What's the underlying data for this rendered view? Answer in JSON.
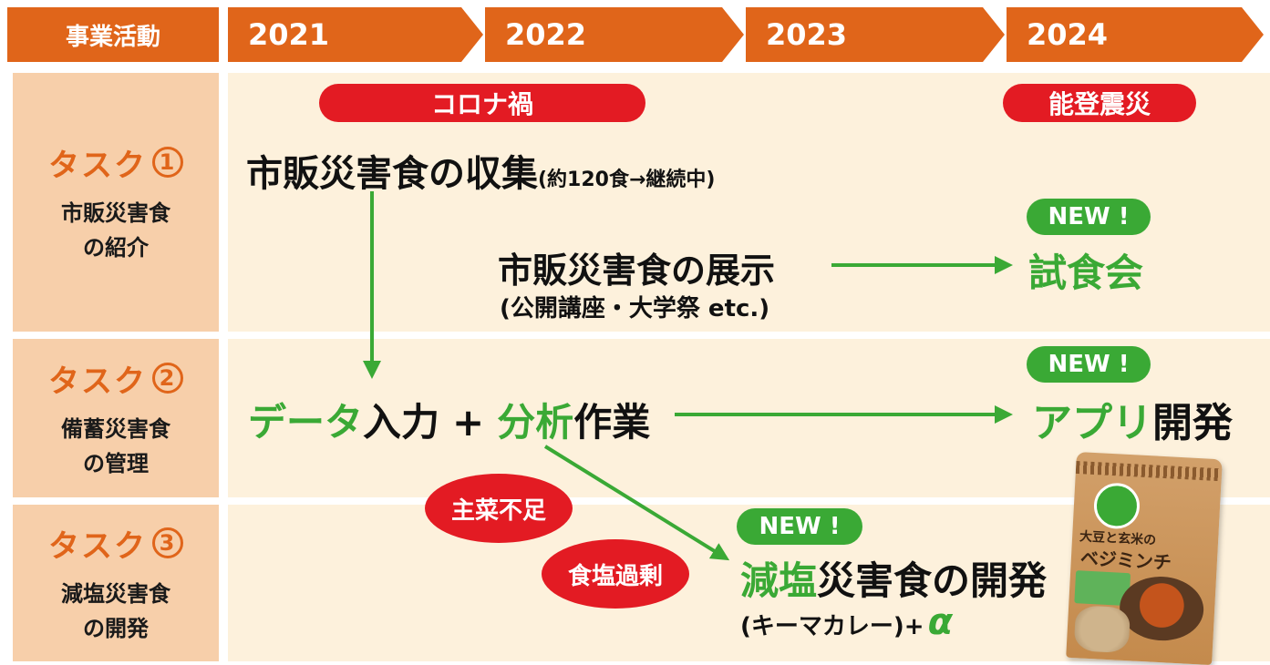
{
  "header": {
    "label": "事業活動",
    "years": [
      "2021",
      "2022",
      "2023",
      "2024"
    ]
  },
  "tasks": [
    {
      "title": "タスク",
      "num": "1",
      "subtitle_line1": "市販災害食",
      "subtitle_line2": "の紹介"
    },
    {
      "title": "タスク",
      "num": "2",
      "subtitle_line1": "備蓄災害食",
      "subtitle_line2": "の管理"
    },
    {
      "title": "タスク",
      "num": "3",
      "subtitle_line1": "減塩災害食",
      "subtitle_line2": "の開発"
    }
  ],
  "events": {
    "corona": "コロナ禍",
    "noto": "能登震災"
  },
  "row1": {
    "collect_main": "市販災害食の収集",
    "collect_note": "(約120食→継続中)",
    "display_main": "市販災害食の展示",
    "display_note": "(公開講座・大学祭 etc.)",
    "new_badge": "NEW !",
    "tasting": "試食会"
  },
  "row2": {
    "data_green": "データ",
    "data_black": "入力",
    "plus": "+",
    "analysis_green": "分析",
    "analysis_black": "作業",
    "new_badge": "NEW !",
    "app_green": "アプリ",
    "app_black": "開発"
  },
  "row3": {
    "issue1": "主菜不足",
    "issue2": "食塩過剰",
    "new_badge": "NEW !",
    "dev_green": "減塩",
    "dev_black": "災害食の開発",
    "dev_note": "(キーマカレー)+",
    "alpha": "α"
  },
  "product": {
    "name_line1": "大豆と玄米の",
    "name_line2": "ベジミンチ"
  },
  "colors": {
    "orange": "#e0651a",
    "red": "#e31b23",
    "green": "#3aa935",
    "cream": "#fdf1dc",
    "peach": "#f7cfaa"
  }
}
